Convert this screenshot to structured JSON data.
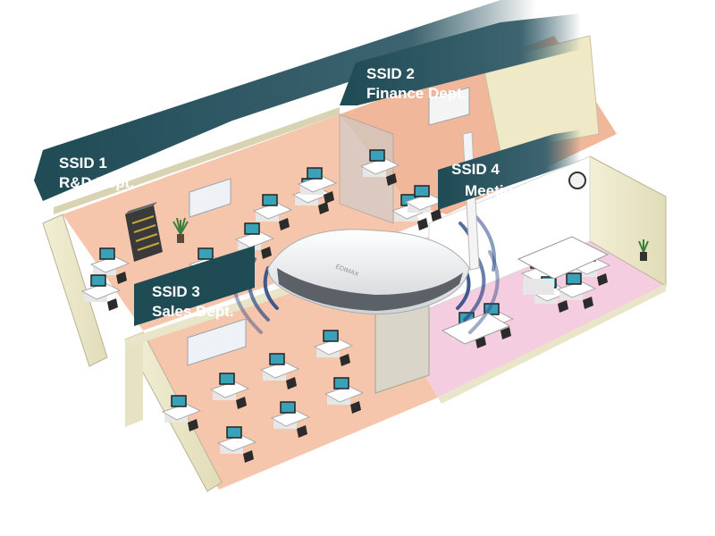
{
  "diagram": {
    "labels": [
      {
        "line1": "SSID 1",
        "line2": "R&D Dept."
      },
      {
        "line1": "SSID 2",
        "line2": "Finance Dept."
      },
      {
        "line1": "SSID 3",
        "line2": "Sales Dept."
      },
      {
        "line1": "SSID 4",
        "line2": "Meeting Room"
      }
    ],
    "router_brand": "EDIMAX",
    "colors": {
      "banner": "#1f4b55",
      "floor_peach": "#f6c6ac",
      "floor_pink": "#f5cde0",
      "wall": "#eeeacd",
      "signal": "#2c4a86"
    }
  }
}
